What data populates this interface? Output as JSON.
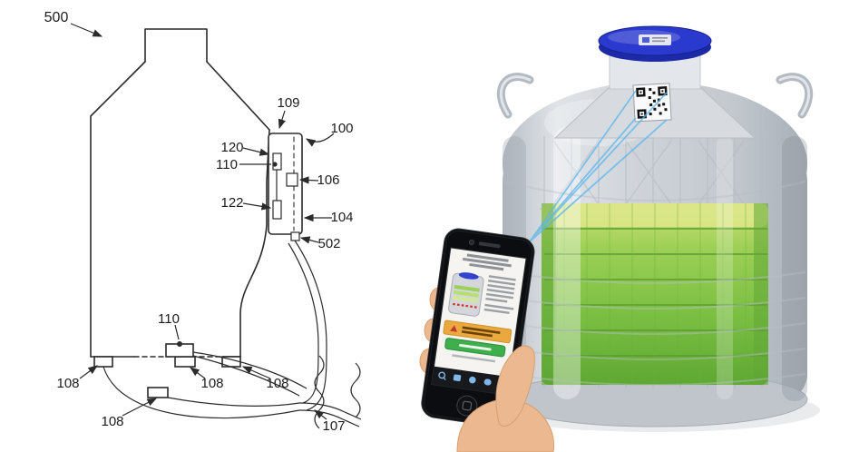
{
  "patent_drawing": {
    "labels": {
      "l500": "500",
      "l109": "109",
      "l100": "100",
      "l120": "120",
      "l110_sensor": "110",
      "l106": "106",
      "l122": "122",
      "l104": "104",
      "l502": "502",
      "l110_bottom": "110",
      "l108_left": "108",
      "l108_mid": "108",
      "l108_right": "108",
      "l108_lower": "108",
      "l107": "107"
    },
    "line_color": "#2b2b2b"
  },
  "render": {
    "colors": {
      "lid_blue": "#2b3ace",
      "tank_gray": "#c9ced4",
      "tank_shadow": "#9aa1a9",
      "interior_green": "#7cc043",
      "interior_yellow_green": "#dbe78a",
      "scan_line_blue": "#5bb5ee",
      "phone_body": "#0c0d10",
      "warning_orange": "#eaa83e",
      "button_green": "#3fae4c",
      "hand_skin": "#ecb88f"
    }
  }
}
